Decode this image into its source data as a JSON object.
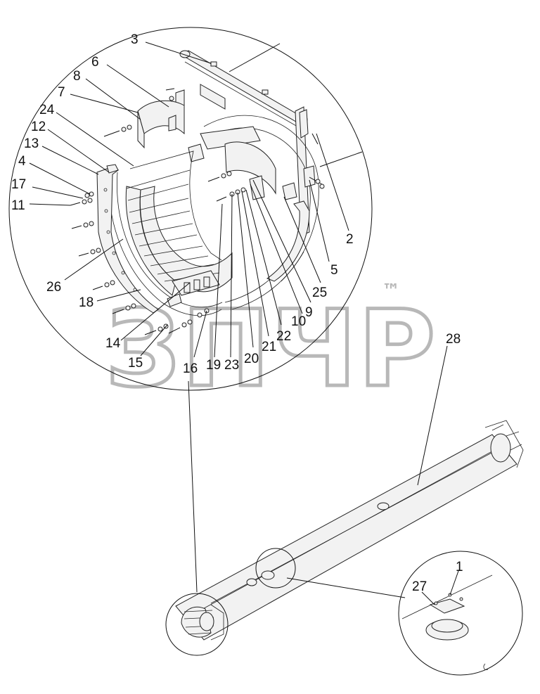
{
  "watermark": {
    "text": "ЗПЧР",
    "trademark": "™"
  },
  "callouts": [
    {
      "id": "c3",
      "text": "3"
    },
    {
      "id": "c6",
      "text": "6"
    },
    {
      "id": "c8",
      "text": "8"
    },
    {
      "id": "c7",
      "text": "7"
    },
    {
      "id": "c24",
      "text": "24"
    },
    {
      "id": "c12",
      "text": "12"
    },
    {
      "id": "c13",
      "text": "13"
    },
    {
      "id": "c4",
      "text": "4"
    },
    {
      "id": "c17",
      "text": "17"
    },
    {
      "id": "c11",
      "text": "11"
    },
    {
      "id": "c26",
      "text": "26"
    },
    {
      "id": "c18",
      "text": "18"
    },
    {
      "id": "c14",
      "text": "14"
    },
    {
      "id": "c15",
      "text": "15"
    },
    {
      "id": "c16",
      "text": "16"
    },
    {
      "id": "c19",
      "text": "19"
    },
    {
      "id": "c23",
      "text": "23"
    },
    {
      "id": "c20",
      "text": "20"
    },
    {
      "id": "c21",
      "text": "21"
    },
    {
      "id": "c22",
      "text": "22"
    },
    {
      "id": "c10",
      "text": "10"
    },
    {
      "id": "c9",
      "text": "9"
    },
    {
      "id": "c25",
      "text": "25"
    },
    {
      "id": "c5",
      "text": "5"
    },
    {
      "id": "c2",
      "text": "2"
    },
    {
      "id": "c28",
      "text": "28"
    },
    {
      "id": "c1",
      "text": "1"
    },
    {
      "id": "c27",
      "text": "27"
    }
  ]
}
